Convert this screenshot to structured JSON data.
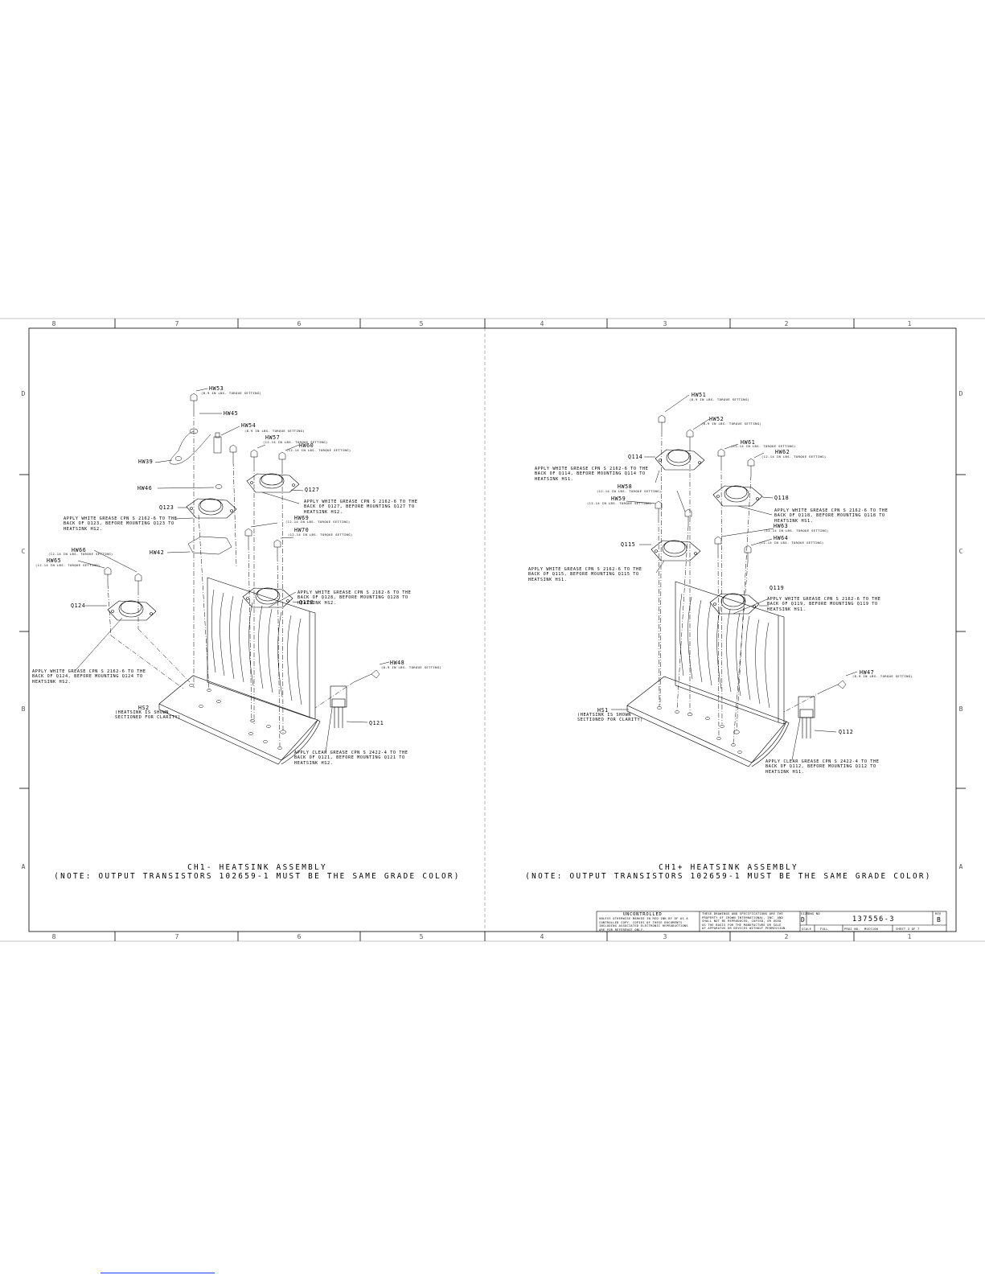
{
  "drawing": {
    "zones_columns": [
      "8",
      "7",
      "6",
      "5",
      "4",
      "3",
      "2",
      "1"
    ],
    "zones_rows": [
      "D",
      "C",
      "B",
      "A"
    ],
    "left_view": {
      "title_line1": "CH1- HEATSINK ASSEMBLY",
      "title_line2": "(NOTE: OUTPUT TRANSISTORS 102659-1 MUST BE THE SAME GRADE COLOR)",
      "labels": {
        "hw53": "HW53",
        "hw53_torque": "(8-9 IN LBS. TORQUE SETTING)",
        "hw45": "HW45",
        "hw54": "HW54",
        "hw54_torque": "(8-9 IN LBS. TORQUE SETTING)",
        "hw57": "HW57",
        "hw57_torque": "(12-14 IN LBS. TORQUE SETTING)",
        "hw60": "HW60",
        "hw60_torque": "(12-14 IN LBS. TORQUE SETTING)",
        "hw39": "HW39",
        "hw46": "HW46",
        "q127": "Q127",
        "q123": "Q123",
        "hw69": "HW69",
        "hw69_torque": "(12-14 IN LBS. TORQUE SETTING)",
        "hw70": "HW70",
        "hw70_torque": "(12-14 IN LBS. TORQUE SETTING)",
        "hw42": "HW42",
        "hw66": "HW66",
        "hw66_torque": "(12-14 IN LBS. TORQUE SETTING)",
        "hw65": "HW65",
        "hw65_torque": "(12-14 IN LBS. TORQUE SETTING)",
        "q128": "Q128",
        "q124": "Q124",
        "hw48": "HW48",
        "hw48_torque": "(8-9 IN LBS. TORQUE SETTING)",
        "q121": "Q121",
        "hs2": "HS2",
        "hs2_note_1": "(HEATSINK IS SHOWN",
        "hs2_note_2": "SECTIONED FOR CLARITY)"
      },
      "notes": {
        "q127": [
          "APPLY WHITE GREASE CPN S 2162-6 TO THE",
          "BACK OF Q127, BEFORE MOUNTING Q127 TO",
          "HEATSINK HS2."
        ],
        "q123": [
          "APPLY WHITE GREASE CPN S 2162-6 TO THE",
          "BACK OF Q123, BEFORE MOUNTING Q123 TO",
          "HEATSINK HS2."
        ],
        "q128": [
          "APPLY WHITE GREASE CPN S 2162-6 TO THE",
          "BACK OF Q128, BEFORE MOUNTING Q128 TO",
          "HEATSINK HS2."
        ],
        "q124": [
          "APPLY WHITE GREASE CPN S 2162-6 TO THE",
          "BACK OF Q124, BEFORE MOUNTING Q124 TO",
          "HEATSINK HS2."
        ],
        "q121": [
          "APPLY CLEAR GREASE CPN S 2422-4 TO THE",
          "BACK OF Q121, BEFORE MOUNTING Q121 TO",
          "HEATSINK HS2."
        ]
      }
    },
    "right_view": {
      "title_line1": "CH1+ HEATSINK ASSEMBLY",
      "title_line2": "(NOTE: OUTPUT TRANSISTORS 102659-1 MUST BE THE SAME GRADE COLOR)",
      "labels": {
        "hw51": "HW51",
        "hw51_torque": "(8-9 IN LBS. TORQUE SETTING)",
        "hw52": "HW52",
        "hw52_torque": "(8-9 IN LBS. TORQUE SETTING)",
        "hw61": "HW61",
        "hw61_torque": "(12-14 IN LBS. TORQUE SETTING)",
        "hw62": "HW62",
        "hw62_torque": "(12-14 IN LBS. TORQUE SETTING)",
        "q114": "Q114",
        "q118": "Q118",
        "hw58": "HW58",
        "hw58_torque": "(12-14 IN LBS. TORQUE SETTING)",
        "hw59": "HW59",
        "hw59_torque": "(12-14 IN LBS. TORQUE SETTING)",
        "hw63": "HW63",
        "hw63_torque": "(12-14 IN LBS. TORQUE SETTING)",
        "hw64": "HW64",
        "hw64_torque": "(12-14 IN LBS. TORQUE SETTING)",
        "q115": "Q115",
        "q119": "Q119",
        "hw47": "HW47",
        "hw47_torque": "(8-9 IN LBS. TORQUE SETTING)",
        "hs1": "HS1",
        "hs1_note_1": "(HEATSINK IS SHOWN",
        "hs1_note_2": "SECTIONED FOR CLARITY)",
        "q112": "Q112"
      },
      "notes": {
        "q114": [
          "APPLY WHITE GREASE CPN S 2162-6 TO THE",
          "BACK OF Q114, BEFORE MOUNTING Q114 TO",
          "HEATSINK HS1."
        ],
        "q118": [
          "APPLY WHITE GREASE CPN S 2162-6 TO THE",
          "BACK OF Q118, BEFORE MOUNTING Q118 TO",
          "HEATSINK HS1."
        ],
        "q115": [
          "APPLY WHITE GREASE CPN S 2162-6 TO THE",
          "BACK OF Q115, BEFORE MOUNTING Q115 TO",
          "HEATSINK HS1."
        ],
        "q119": [
          "APPLY WHITE GREASE CPN S 2162-6 TO THE",
          "BACK OF Q119, BEFORE MOUNTING Q119 TO",
          "HEATSINK HS1."
        ],
        "q112": [
          "APPLY CLEAR GREASE CPN S 2422-4 TO THE",
          "BACK OF Q112, BEFORE MOUNTING Q112 TO",
          "HEATSINK HS1."
        ]
      }
    },
    "title_block": {
      "uncontrolled": "UNCONTROLLED",
      "uncontrolled_text": [
        "UNLESS OTHERWISE MARKED IN RED INK BY DF AS A",
        "CONTROLLED COPY. COPIES OF THESE DOCUMENTS",
        "INCLUDING ASSOCIATED ELECTRONIC REPRODUCTIONS",
        "ARE FOR REFERENCE ONLY."
      ],
      "proprietary_text": [
        "THESE DRAWINGS AND SPECIFICATIONS ARE THE",
        "PROPERTY OF CROWN INTERNATIONAL, INC. AND",
        "SHALL NOT BE REPRODUCED, COPIED, OR USED",
        "AS THE BASIS FOR THE MANUFACTURE OR SALE",
        "OF APPARATUS OR DEVICES WITHOUT PERMISSION."
      ],
      "size_label": "SIZE",
      "size_value": "D",
      "dwg_no_label": "DWG NO",
      "dwg_no_value": "137556-3",
      "rev_label": "REV",
      "rev_value": "B",
      "scale_label": "SCALE",
      "scale_value": "FULL",
      "proj_no_label": "PROJ NO.",
      "proj_no_value": "MUCS100",
      "sheet": "SHEET 3 OF 7"
    }
  }
}
